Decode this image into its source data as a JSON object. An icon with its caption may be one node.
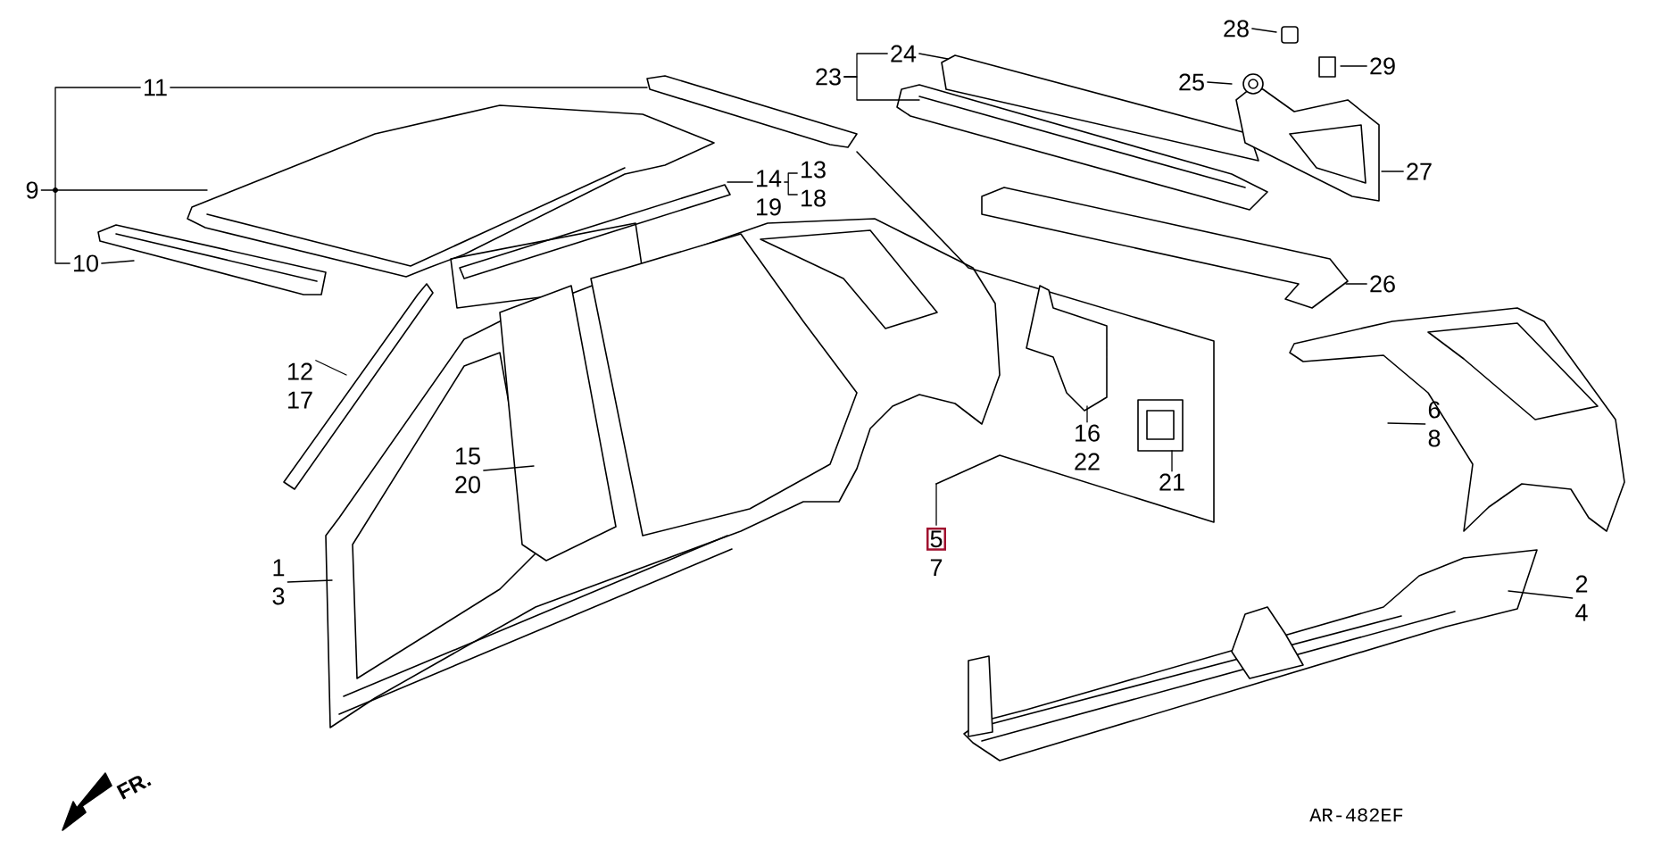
{
  "diagram": {
    "nodes": [
      {
        "text": [
          "11"
        ]
      },
      {
        "text": [
          "9"
        ]
      },
      {
        "text": [
          "10"
        ]
      },
      {
        "text": [
          "24"
        ]
      },
      {
        "text": [
          "23"
        ]
      },
      {
        "text": [
          "28"
        ]
      },
      {
        "text": [
          "25"
        ]
      },
      {
        "text": [
          "29"
        ]
      },
      {
        "text": [
          "13",
          "18"
        ]
      },
      {
        "text": [
          "14",
          "19"
        ]
      },
      {
        "text": [
          "27"
        ]
      },
      {
        "text": [
          "26"
        ]
      },
      {
        "text": [
          "12",
          "17"
        ]
      },
      {
        "text": [
          "6",
          "8"
        ]
      },
      {
        "text": [
          "16",
          "22"
        ]
      },
      {
        "text": [
          "15",
          "20"
        ]
      },
      {
        "text": [
          "21"
        ]
      },
      {
        "text": [
          "5",
          "7"
        ]
      },
      {
        "text": [
          "1",
          "3"
        ]
      },
      {
        "text": [
          "2",
          "4"
        ]
      }
    ],
    "edges": [
      {
        "from": 0,
        "to": null,
        "arrow": "none"
      },
      {
        "from": 0,
        "to": 2,
        "arrow": "none"
      },
      {
        "from": 1,
        "to": null,
        "arrow": "none"
      },
      {
        "from": 2,
        "to": null,
        "arrow": "none"
      },
      {
        "from": 3,
        "to": null,
        "arrow": "none"
      },
      {
        "from": 4,
        "to": 3,
        "arrow": "none"
      },
      {
        "from": 4,
        "to": null,
        "arrow": "none"
      },
      {
        "from": 5,
        "to": null,
        "arrow": "none"
      },
      {
        "from": 6,
        "to": null,
        "arrow": "none"
      },
      {
        "from": 7,
        "to": null,
        "arrow": "none"
      },
      {
        "from": 8,
        "to": 9,
        "arrow": "none"
      },
      {
        "from": 9,
        "to": null,
        "arrow": "none"
      },
      {
        "from": 10,
        "to": null,
        "arrow": "none"
      },
      {
        "from": 11,
        "to": null,
        "arrow": "none"
      },
      {
        "from": 12,
        "to": null,
        "arrow": "none"
      },
      {
        "from": 13,
        "to": null,
        "arrow": "none"
      },
      {
        "from": 14,
        "to": null,
        "arrow": "none"
      },
      {
        "from": 15,
        "to": null,
        "arrow": "none"
      },
      {
        "from": 16,
        "to": null,
        "arrow": "none"
      },
      {
        "from": 17,
        "to": null,
        "arrow": "none"
      },
      {
        "from": 18,
        "to": null,
        "arrow": "none"
      },
      {
        "from": 19,
        "to": null,
        "arrow": "none"
      }
    ],
    "labels": [
      "FR.",
      "AR-482EF"
    ]
  }
}
